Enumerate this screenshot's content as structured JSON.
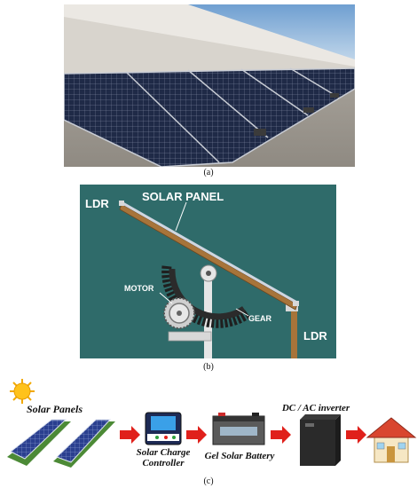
{
  "captions": {
    "a": "(a)",
    "b": "(b)",
    "c": "(c)"
  },
  "diagram": {
    "ldr_left": "LDR",
    "solar_panel": "SOLAR PANEL",
    "motor": "MOTOR",
    "gear": "GEAR",
    "ldr_right": "LDR"
  },
  "system": {
    "solar_panels": "Solar Panels",
    "charge_controller_line1": "Solar Charge",
    "charge_controller_line2": "Controller",
    "battery": "Gel Solar Battery",
    "inverter": "DC / AC inverter"
  },
  "colors": {
    "diagram_bg": "#2f6b6a",
    "panel_frame": "#a7743a",
    "arrow": "#e0201b",
    "house_roof": "#d9462f"
  },
  "icons": [
    "sun-icon",
    "solar-panel-icon",
    "charge-controller-icon",
    "battery-icon",
    "inverter-icon",
    "house-icon"
  ]
}
